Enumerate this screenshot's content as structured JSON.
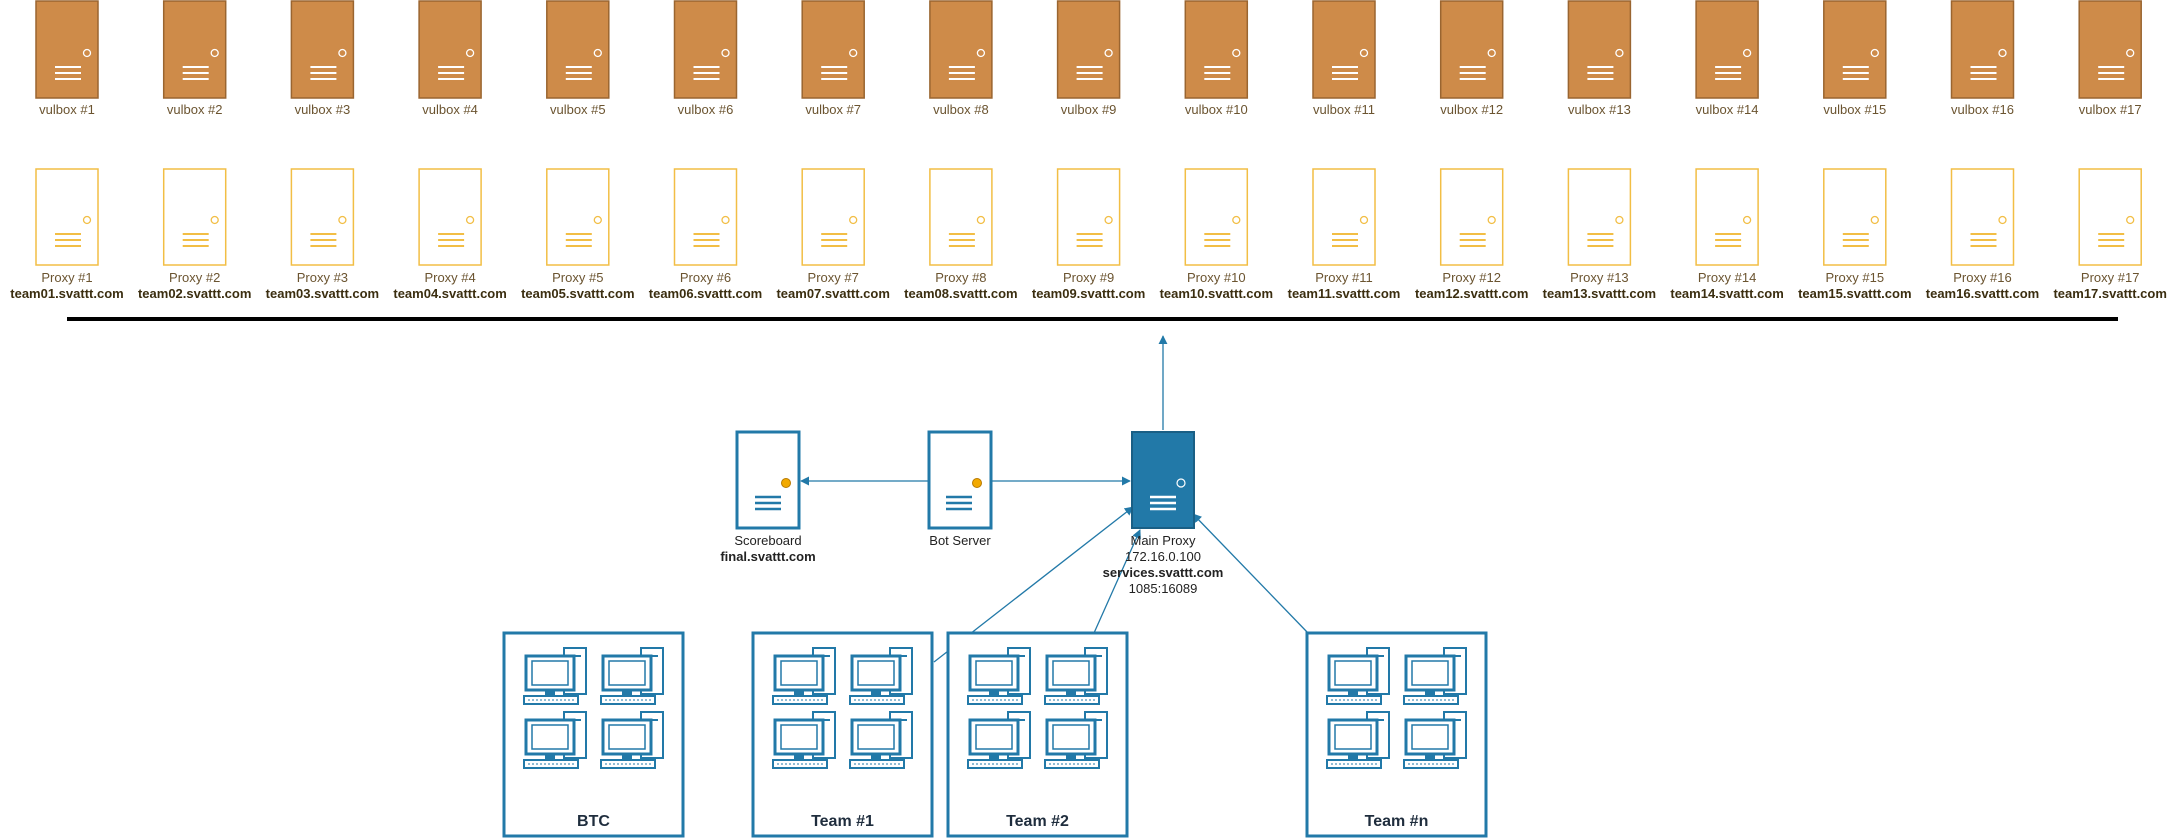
{
  "colors": {
    "vulbox_fill": "#CE8B49",
    "vulbox_stroke": "#9A6530",
    "proxy_stroke": "#F2BE45",
    "label_text": "#6B5430",
    "bold_text": "#3B2E10",
    "blue_stroke": "#2279A8",
    "blue_fill": "#2279A8",
    "dark_text": "#222222",
    "bus_line": "#000000",
    "dot_orange": "#F2A900"
  },
  "icons": {
    "vulbox": "server-tower-icon",
    "proxy": "server-tower-outline-icon",
    "workstation": "desktop-computer-icon"
  },
  "vulboxes": [
    {
      "label": "vulbox #1"
    },
    {
      "label": "vulbox #2"
    },
    {
      "label": "vulbox #3"
    },
    {
      "label": "vulbox #4"
    },
    {
      "label": "vulbox #5"
    },
    {
      "label": "vulbox #6"
    },
    {
      "label": "vulbox #7"
    },
    {
      "label": "vulbox #8"
    },
    {
      "label": "vulbox #9"
    },
    {
      "label": "vulbox #10"
    },
    {
      "label": "vulbox #11"
    },
    {
      "label": "vulbox #12"
    },
    {
      "label": "vulbox #13"
    },
    {
      "label": "vulbox #14"
    },
    {
      "label": "vulbox #15"
    },
    {
      "label": "vulbox #16"
    },
    {
      "label": "vulbox #17"
    }
  ],
  "proxies": [
    {
      "label": "Proxy #1",
      "host": "team01.svattt.com"
    },
    {
      "label": "Proxy #2",
      "host": "team02.svattt.com"
    },
    {
      "label": "Proxy #3",
      "host": "team03.svattt.com"
    },
    {
      "label": "Proxy #4",
      "host": "team04.svattt.com"
    },
    {
      "label": "Proxy #5",
      "host": "team05.svattt.com"
    },
    {
      "label": "Proxy #6",
      "host": "team06.svattt.com"
    },
    {
      "label": "Proxy #7",
      "host": "team07.svattt.com"
    },
    {
      "label": "Proxy #8",
      "host": "team08.svattt.com"
    },
    {
      "label": "Proxy #9",
      "host": "team09.svattt.com"
    },
    {
      "label": "Proxy #10",
      "host": "team10.svattt.com"
    },
    {
      "label": "Proxy #11",
      "host": "team11.svattt.com"
    },
    {
      "label": "Proxy #12",
      "host": "team12.svattt.com"
    },
    {
      "label": "Proxy #13",
      "host": "team13.svattt.com"
    },
    {
      "label": "Proxy #14",
      "host": "team14.svattt.com"
    },
    {
      "label": "Proxy #15",
      "host": "team15.svattt.com"
    },
    {
      "label": "Proxy #16",
      "host": "team16.svattt.com"
    },
    {
      "label": "Proxy #17",
      "host": "team17.svattt.com"
    }
  ],
  "scoreboard": {
    "label": "Scoreboard",
    "host": "final.svattt.com"
  },
  "bot_server": {
    "label": "Bot Server"
  },
  "main_proxy": {
    "label": "Main Proxy",
    "ip": "172.16.0.100",
    "host": "services.svattt.com",
    "ports": "1085:16089"
  },
  "teams": [
    {
      "name": "BTC"
    },
    {
      "name": "Team #1"
    },
    {
      "name": "Team #2"
    },
    {
      "name": "Team #n"
    }
  ]
}
